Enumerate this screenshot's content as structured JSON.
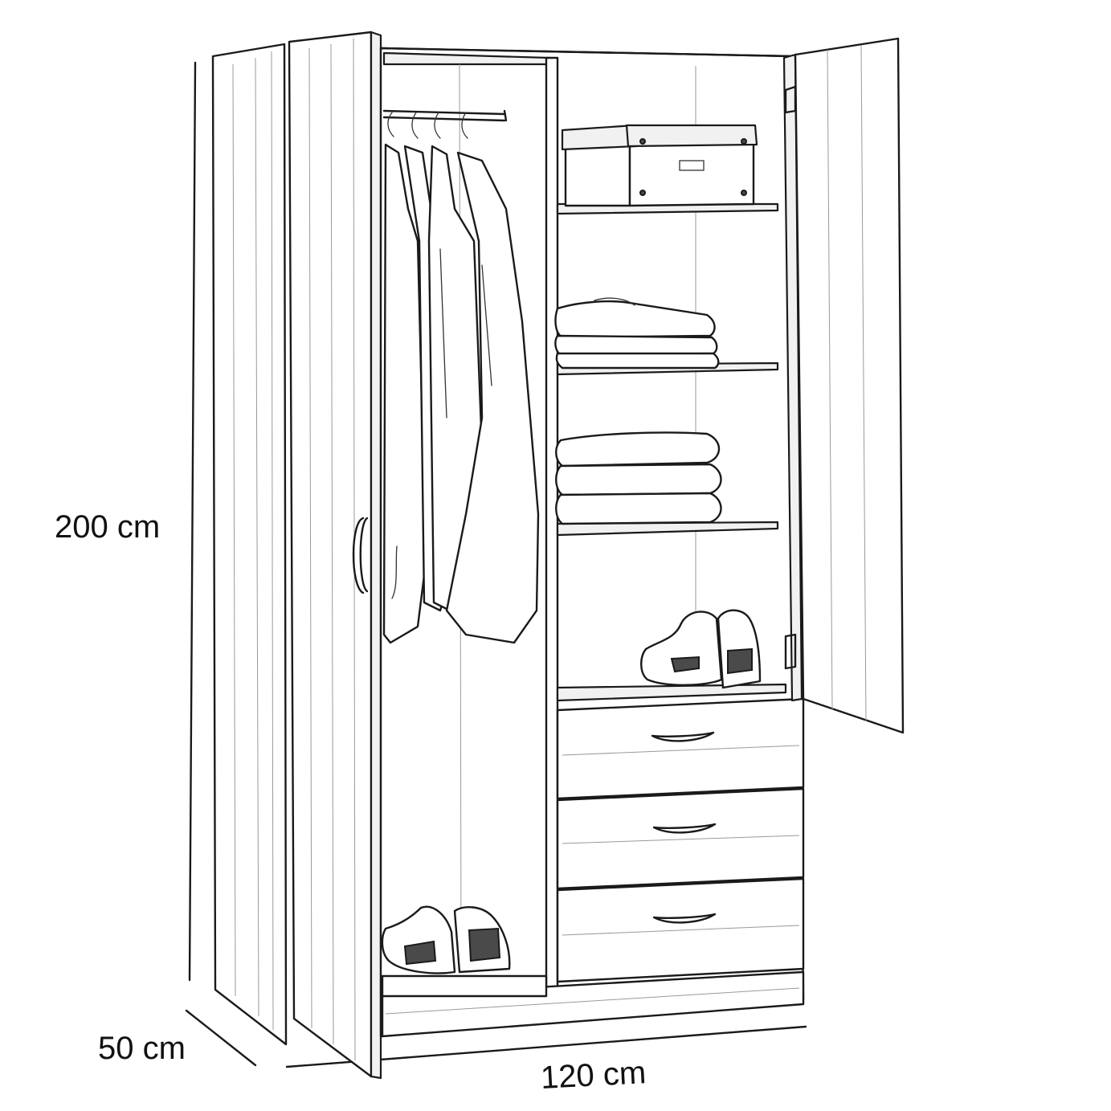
{
  "dimensions": {
    "height_label": "200 cm",
    "depth_label": "50 cm",
    "width_label": "120 cm"
  },
  "colors": {
    "line": "#1a1a1a",
    "background": "#ffffff"
  }
}
